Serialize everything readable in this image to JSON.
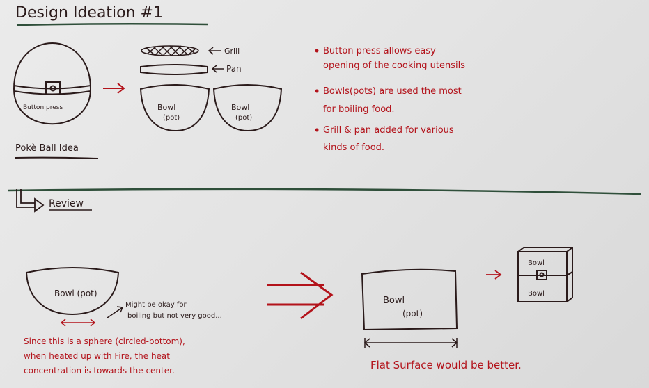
{
  "title": "Design  Ideation #1",
  "concept": {
    "ball_label": "Button press",
    "caption": "Pokè Ball Idea",
    "grill_label": "Grill",
    "pan_label": "Pan",
    "bowl_left_line1": "Bowl",
    "bowl_left_line2": "(pot)",
    "bowl_right_line1": "Bowl",
    "bowl_right_line2": "(pot)"
  },
  "notes": {
    "bullet1_line1": "Button press allows easy",
    "bullet1_line2": "opening of the cooking utensils",
    "bullet2_line1": "Bowls(pots) are used the most",
    "bullet2_line2": "for boiling food.",
    "bullet3_line1": "Grill & pan added for various",
    "bullet3_line2": "kinds of food."
  },
  "review": {
    "heading": "Review",
    "bowl_label": "Bowl (pot)",
    "side_note_line1": "Might be okay for",
    "side_note_line2": "boiling but not very good...",
    "problem_line1": "Since this is a sphere (circled-bottom),",
    "problem_line2": "when heated up with Fire, the heat",
    "problem_line3": "concentration is towards the center.",
    "flat_label_line1": "Bowl",
    "flat_label_line2": "(pot)",
    "conclusion": "Flat Surface would be better.",
    "box_top_label": "Bowl",
    "box_bottom_label": "Bowl"
  },
  "colors": {
    "ink_dark": "#2a1a1a",
    "ink_red": "#b3131b",
    "ink_green": "#2f4f3a"
  }
}
